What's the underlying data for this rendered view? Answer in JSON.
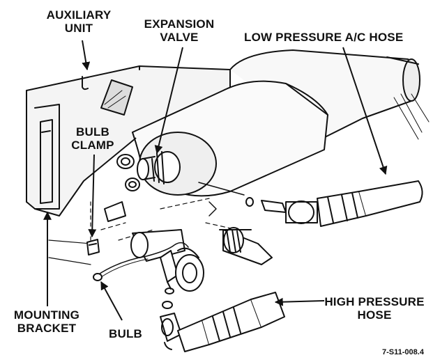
{
  "labels": {
    "auxiliary_unit_line1": "AUXILIARY",
    "auxiliary_unit_line2": "UNIT",
    "expansion_valve_line1": "EXPANSION",
    "expansion_valve_line2": "VALVE",
    "low_pressure_hose": "LOW PRESSURE A/C HOSE",
    "bulb_clamp_line1": "BULB",
    "bulb_clamp_line2": "CLAMP",
    "mounting_bracket_line1": "MOUNTING",
    "mounting_bracket_line2": "BRACKET",
    "bulb": "BULB",
    "high_pressure_hose_line1": "HIGH PRESSURE",
    "high_pressure_hose_line2": "HOSE"
  },
  "figure_code": "7-S11-008.4"
}
